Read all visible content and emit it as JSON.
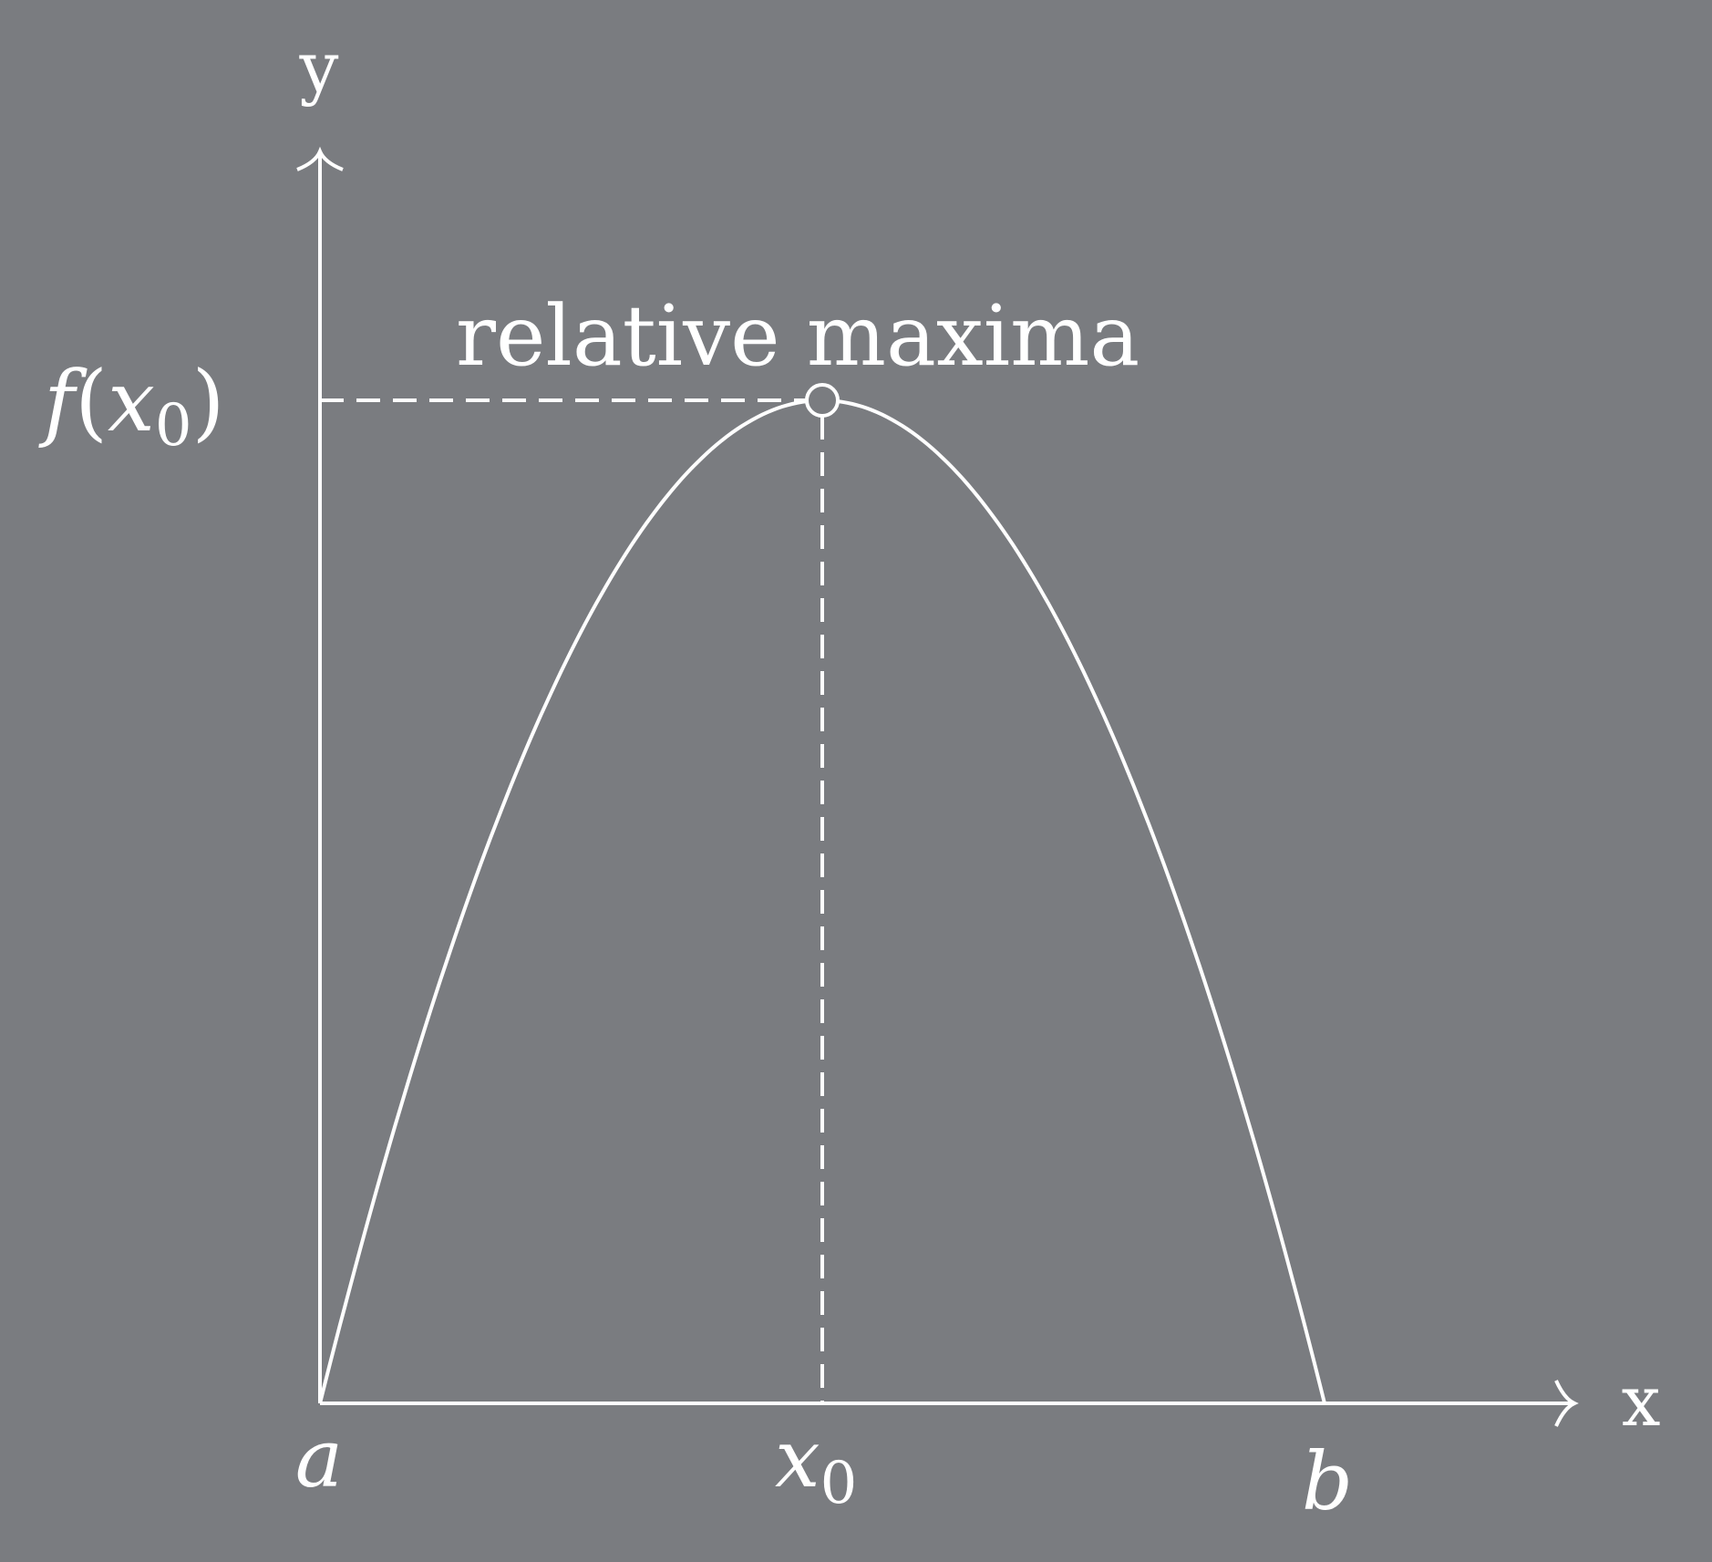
{
  "colors": {
    "background": "#7a7c80",
    "stroke": "#ffffff"
  },
  "axes": {
    "x_label": "x",
    "y_label": "y"
  },
  "labels": {
    "a": "a",
    "b": "b",
    "x0_main": "x",
    "x0_sub": "0",
    "fx0_f": "f",
    "fx0_open": "(",
    "fx0_x": "x",
    "fx0_sub": "0",
    "fx0_close": ")",
    "annotation": "relative maxima"
  },
  "curve": {
    "shape": "downward parabola",
    "x_start": "a",
    "x_peak": "x0",
    "x_end": "b",
    "peak_value": "f(x0)"
  },
  "marker": {
    "shape": "open-circle",
    "at": "maximum point"
  }
}
